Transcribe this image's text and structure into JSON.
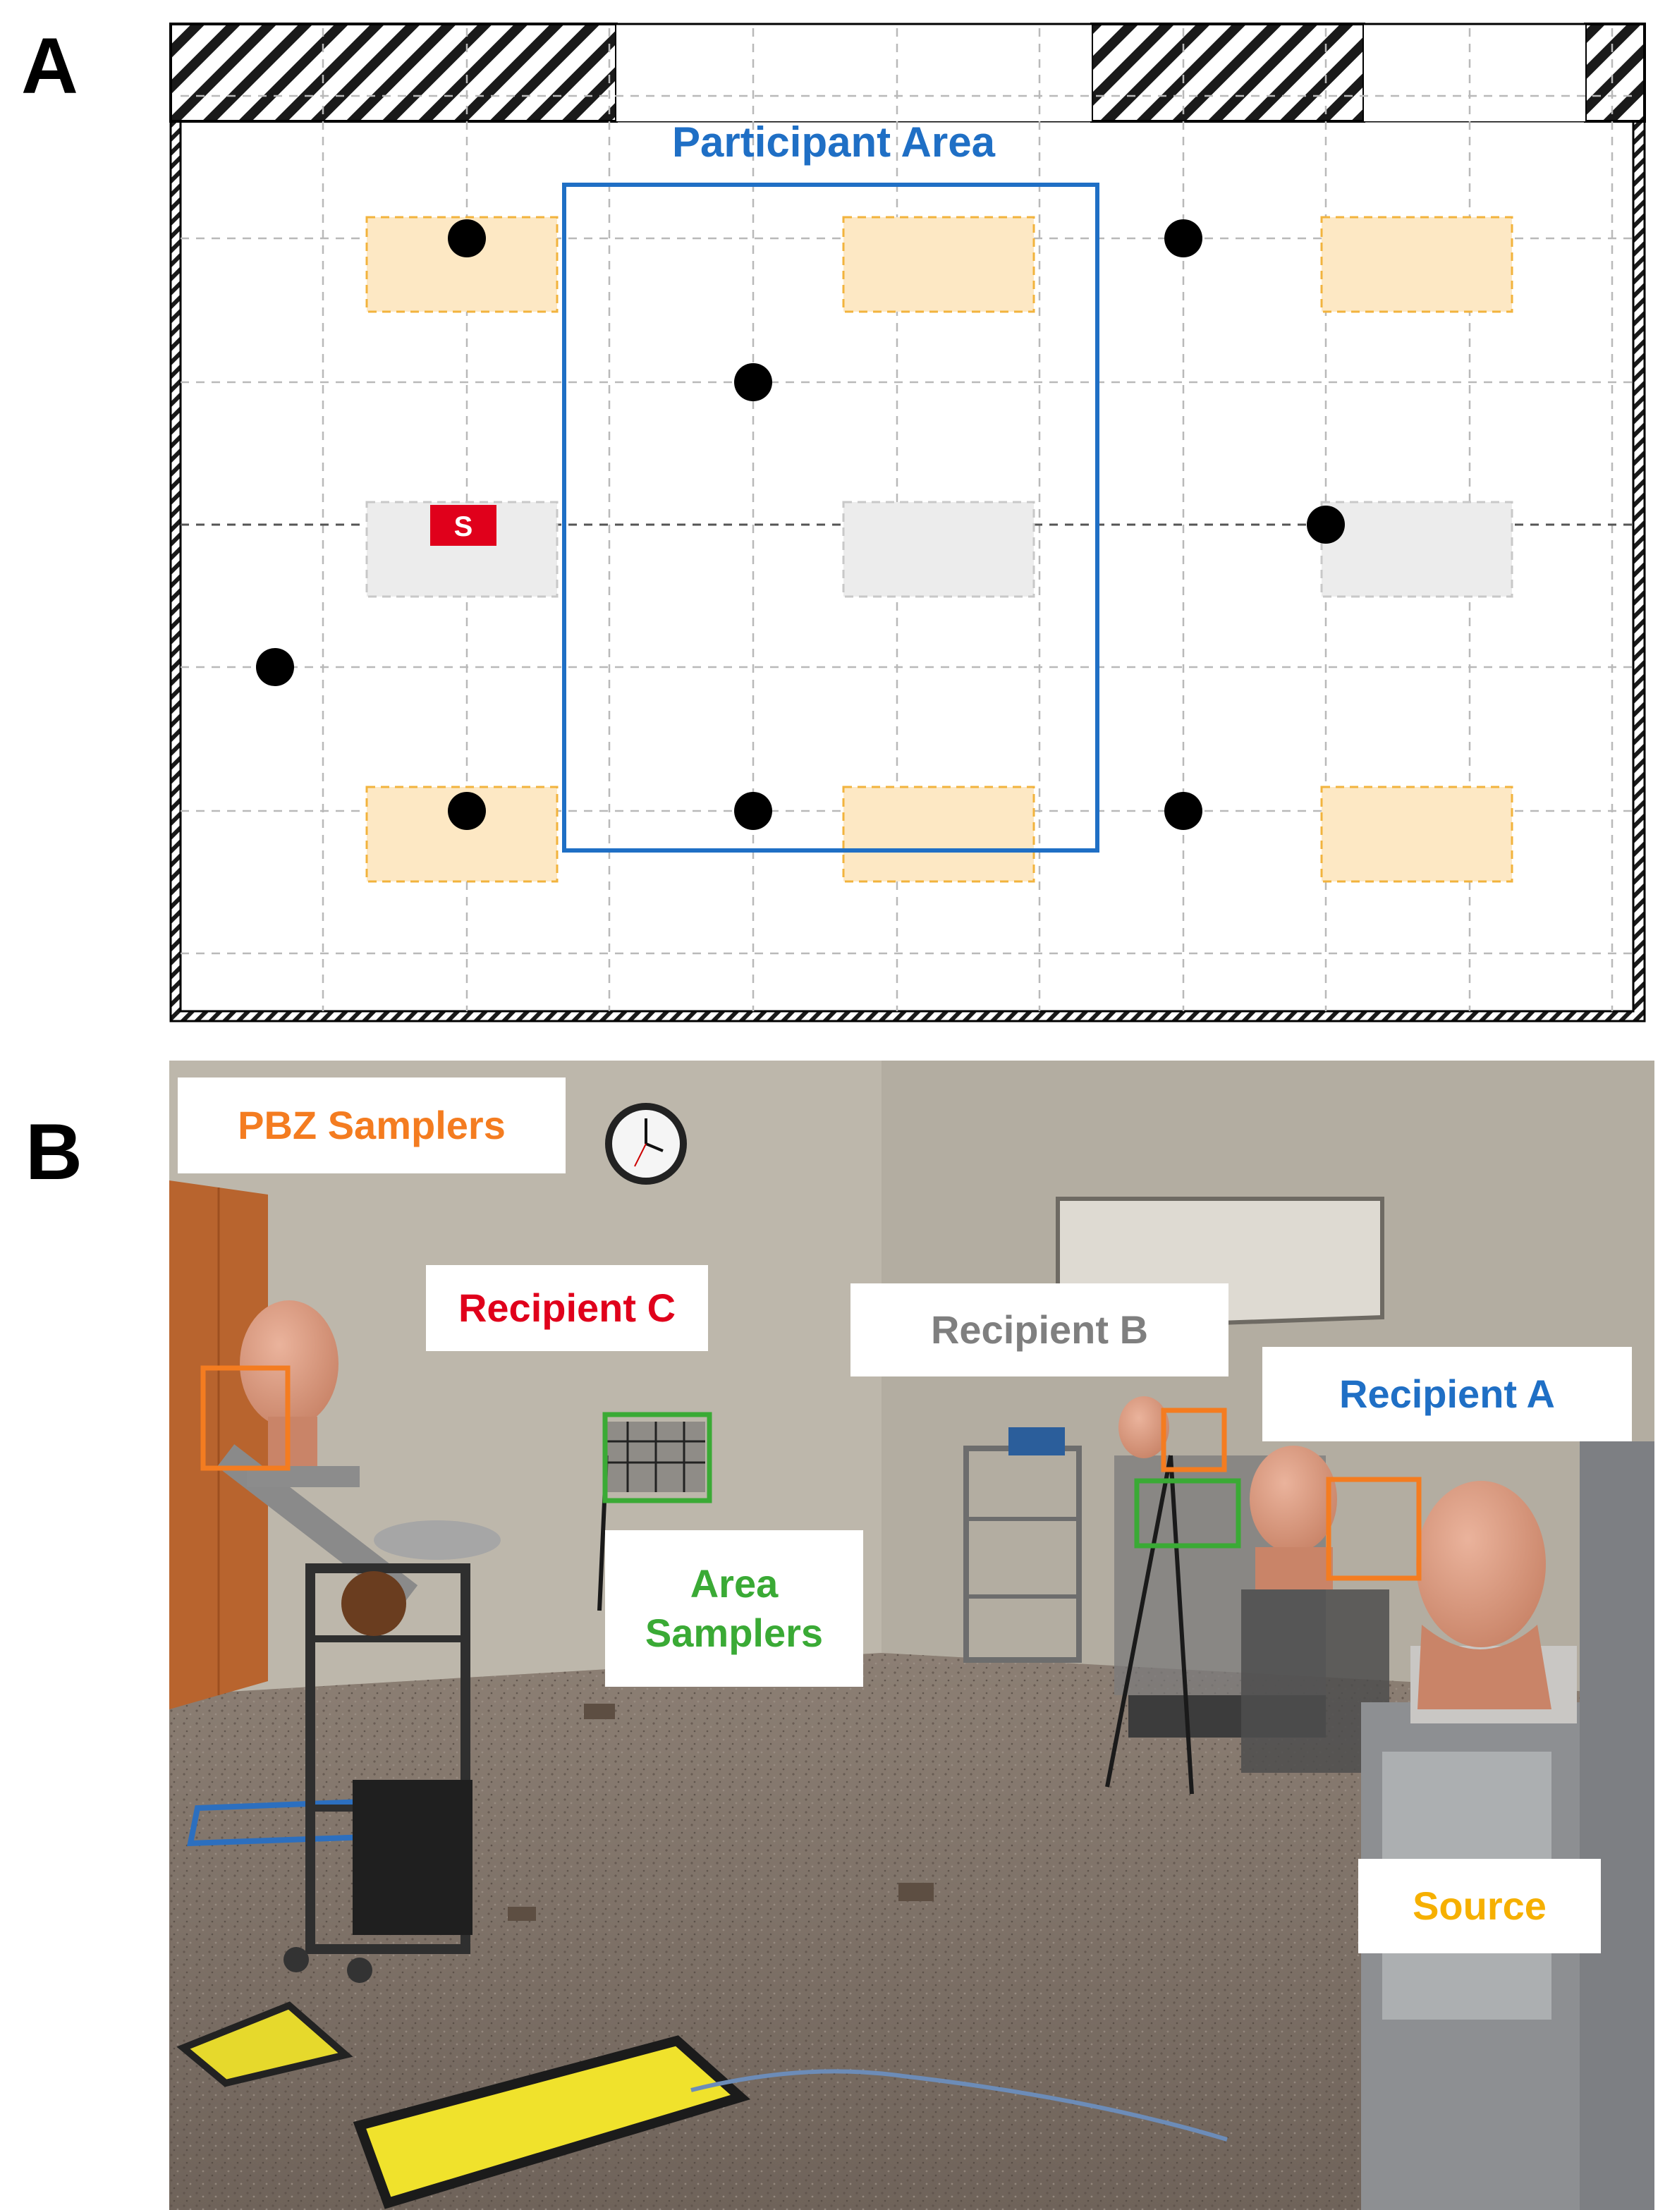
{
  "panel_a": {
    "letter": "A",
    "participant_area_label": "Participant Area",
    "source_marker": "S",
    "colors": {
      "participant_area": "#1f6fc5",
      "desk_fill": "#fde8c4",
      "desk_border": "#f2b33d",
      "grey_desk_fill": "#ececec",
      "source_marker": "#e0001b",
      "grid_line": "#bbbbbb",
      "sampler_dot": "#000000"
    }
  },
  "panel_b": {
    "letter": "B",
    "labels": {
      "pbz_samplers": {
        "text": "PBZ Samplers",
        "color": "#f47c20"
      },
      "recipient_c": {
        "text": "Recipient C",
        "color": "#e0001b"
      },
      "recipient_b": {
        "text": "Recipient B",
        "color": "#7f7f7f"
      },
      "recipient_a": {
        "text": "Recipient A",
        "color": "#1f6fc5"
      },
      "area_samplers": {
        "text": "Area\nSamplers",
        "color": "#3aaa35"
      },
      "source": {
        "text": "Source",
        "color": "#f6b000"
      }
    },
    "colors": {
      "pbz_box": "#f47c20",
      "area_box": "#3aaa35"
    }
  }
}
